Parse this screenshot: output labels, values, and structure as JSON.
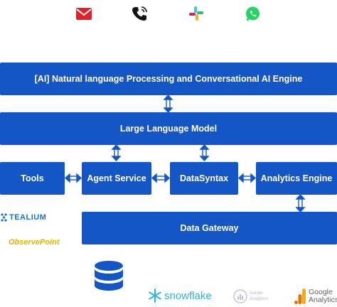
{
  "top_icons": [
    {
      "name": "mail-icon",
      "color": "#e0202a"
    },
    {
      "name": "phone-icon",
      "color": "#111111"
    },
    {
      "name": "slack-icon",
      "color": "#e01e5a"
    },
    {
      "name": "whatsapp-icon",
      "color": "#25d366"
    }
  ],
  "layers": {
    "ai_engine": "[AI] Natural language Processing and Conversational AI Engine",
    "llm": "Large Language Model",
    "tools": "Tools",
    "agent_service": "Agent Service",
    "datasyntax": "DataSyntax",
    "analytics_engine": "Analytics Engine",
    "data_gateway": "Data Gateway"
  },
  "partners": {
    "tealium": "TEALIUM",
    "observepoint": "ObservePoint",
    "snowflake": "snowflake",
    "adobe": "Adobe Analytics",
    "google_line1": "Google",
    "google_line2": "Analytics"
  },
  "colors": {
    "box_blue": "#1556c7",
    "connector": "#1556c7",
    "tealium_blue": "#1a6fd6",
    "observepoint_yellow": "#e8b100",
    "snowflake_blue": "#29b5e8",
    "google_orange": "#f9ab00",
    "database_blue": "#1556c7"
  }
}
